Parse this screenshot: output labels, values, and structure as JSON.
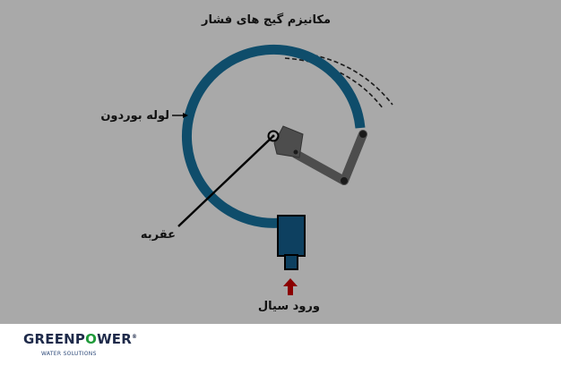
{
  "labels": {
    "title": "مکانیزم گیج های فشار",
    "bourdon_tube": "لوله بوردون",
    "pointer": "عقربه",
    "fluid_inlet": "ورود سیال"
  },
  "brand": {
    "name_part1": "GREENP",
    "name_o": "O",
    "name_part2": "WER",
    "registered_mark": "®",
    "tagline": "WATER SOLUTIONS"
  },
  "colors": {
    "background": "#a9a9a9",
    "tube": "#0f4d6b",
    "mechanism": "#4d4d4d",
    "socket": "#0d4060",
    "inlet_arrow": "#8b0000",
    "brand_green": "#1f9a3a",
    "brand_navy": "#1e2a4a"
  }
}
